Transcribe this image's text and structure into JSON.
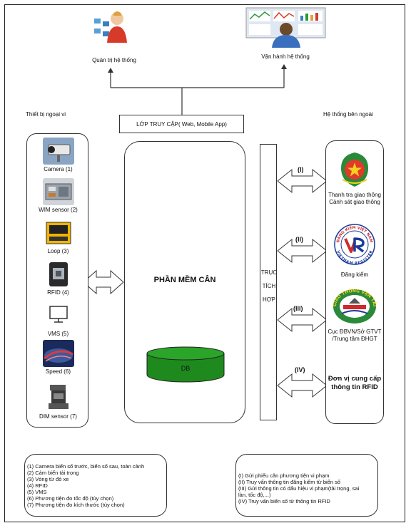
{
  "actors": {
    "admin": "Quản trị hệ thống",
    "operator": "Vận hành hệ thống"
  },
  "access_layer": "LỚP TRUY CẬP( Web, Mobile App)",
  "left_section_title": "Thiết bị ngoại vi",
  "right_section_title": "Hệ thống bên ngoài",
  "devices": [
    {
      "label": "Camera (1)",
      "icon": "camera-icon"
    },
    {
      "label": "WIM sensor (2)",
      "icon": "wim-sensor-icon"
    },
    {
      "label": "Loop (3)",
      "icon": "loop-detector-icon"
    },
    {
      "label": "RFID (4)",
      "icon": "rfid-icon"
    },
    {
      "label": "VMS (5)",
      "icon": "monitor-icon"
    },
    {
      "label": "Speed (6)",
      "icon": "speed-icon"
    },
    {
      "label": "DIM sensor (7)",
      "icon": "dim-sensor-icon"
    }
  ],
  "main": {
    "title": "PHẦN MỀM CÂN",
    "db": "DB"
  },
  "bus_lines": [
    "TRỤC",
    "TÍCH",
    "HỢP"
  ],
  "external_systems": [
    {
      "roman": "(I)",
      "lines": [
        "Thanh tra giao thông",
        "Cảnh sát giao thông"
      ],
      "icon": "police-emblem-icon"
    },
    {
      "roman": "(II)",
      "lines": [
        "Đăng kiểm"
      ],
      "icon": "vietnam-register-logo-icon"
    },
    {
      "roman": "(III)",
      "lines": [
        "Cục ĐBVN/Sở GTVT",
        "/Trung tâm ĐHGT"
      ],
      "icon": "transport-emblem-icon"
    },
    {
      "roman": "(IV)",
      "lines": [
        "Đơn vị cung cấp",
        "thông tin RFID"
      ],
      "icon": ""
    }
  ],
  "logo_text": {
    "register_top": "ĐĂNG KIỂM VIỆT NAM",
    "register_bottom": "VIETNAM REGISTER",
    "transport": "GIAO THÔNG VẬN TẢI"
  },
  "left_notes": [
    "(1) Camera biển số trước, biển số sau, toàn cảnh",
    "(2) Cảm biến tải trọng",
    "(3) Vòng từ đỏ xe",
    "(4) RFID",
    "(5) VMS",
    "(6) Phương tiện đo tốc độ (tùy chọn)",
    "(7) Phương tiện đo kích thước (tùy chọn)"
  ],
  "right_notes": [
    "(I) Gửi phiếu cân phương tiện vi phạm",
    "(II) Truy vấn thông tin đăng kiểm từ biển số",
    "(III) Gửi thông tin có dấu hiệu vi phạm(tải trọng, sai",
    "làn, tốc độ,...)",
    "(IV) Truy vấn biển số từ thông tin RFID"
  ],
  "colors": {
    "db_fill": "#1e8a1e",
    "db_top": "#2aa52a",
    "arrow_fill": "#ffffff",
    "stroke": "#333333"
  }
}
